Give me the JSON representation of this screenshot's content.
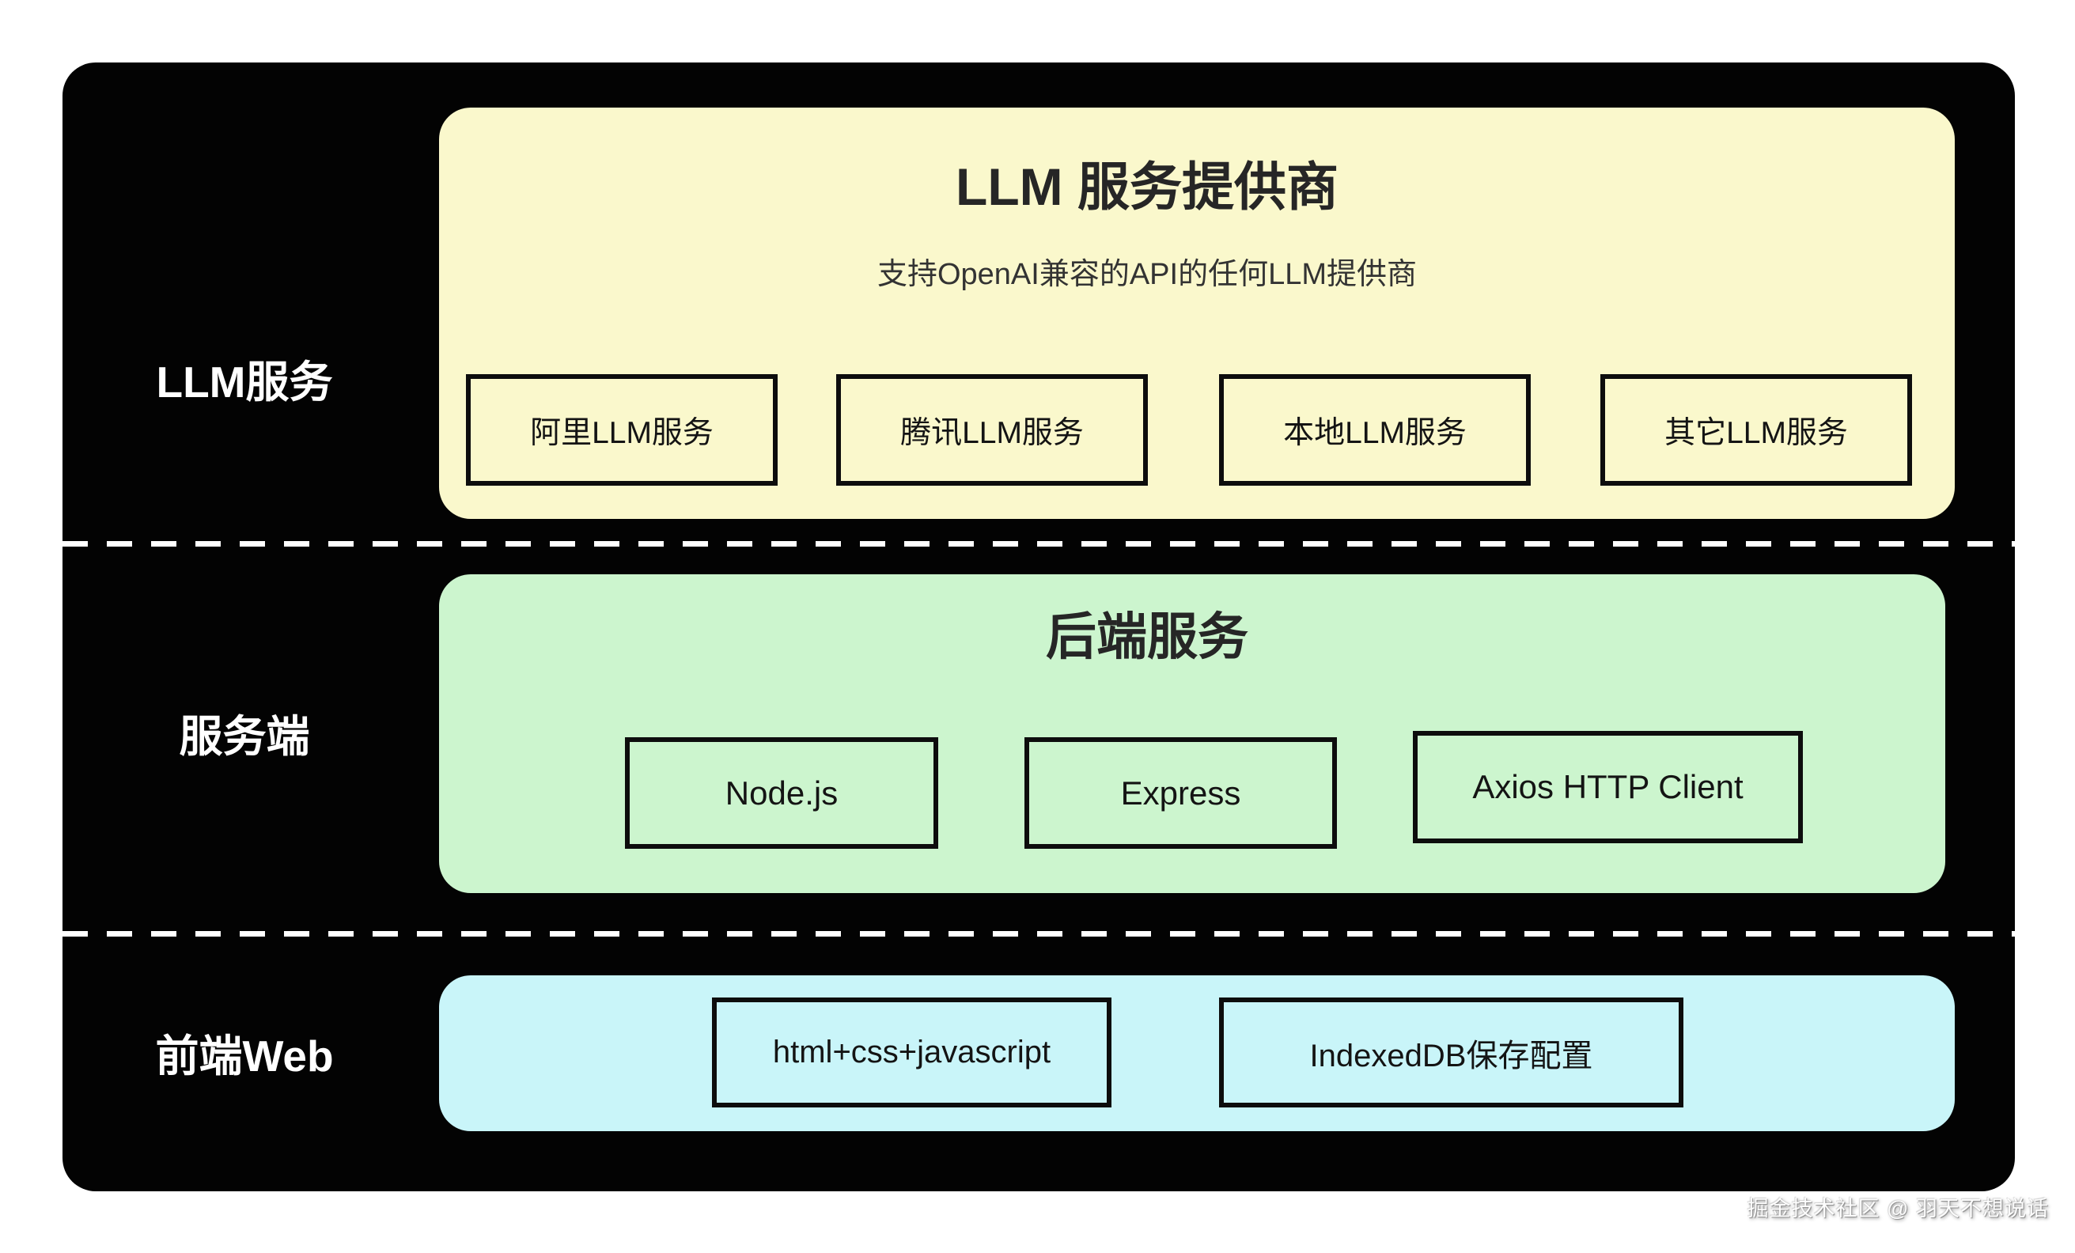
{
  "diagram": {
    "watermark": "掘金技术社区 @ 羽天不想说话",
    "colors": {
      "page_background": "#ffffff",
      "board_background": "#030303",
      "llm_panel": "#faf8cc",
      "backend_panel": "#ccf5ce",
      "frontend_panel": "#c9f5f9",
      "node_border": "#0d0d0d",
      "divider_dash": "#ffffff",
      "side_label_text": "#ffffff",
      "panel_text": "#262626"
    },
    "layers": [
      {
        "side_label": "LLM服务",
        "title": "LLM 服务提供商",
        "subtitle": "支持OpenAI兼容的API的任何LLM提供商",
        "items": [
          "阿里LLM服务",
          "腾讯LLM服务",
          "本地LLM服务",
          "其它LLM服务"
        ]
      },
      {
        "side_label": "服务端",
        "title": "后端服务",
        "items": [
          "Node.js",
          "Express",
          "Axios HTTP Client"
        ]
      },
      {
        "side_label": "前端Web",
        "items": [
          "html+css+javascript",
          "IndexedDB保存配置"
        ]
      }
    ]
  }
}
